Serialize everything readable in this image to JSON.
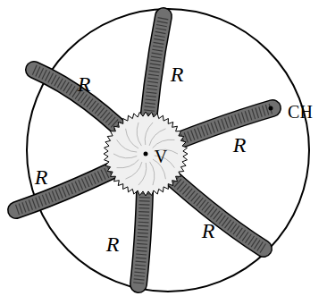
{
  "diagram": {
    "labels": [
      "R",
      "R",
      "R",
      "R",
      "R",
      "R",
      "CH",
      "V"
    ]
  }
}
